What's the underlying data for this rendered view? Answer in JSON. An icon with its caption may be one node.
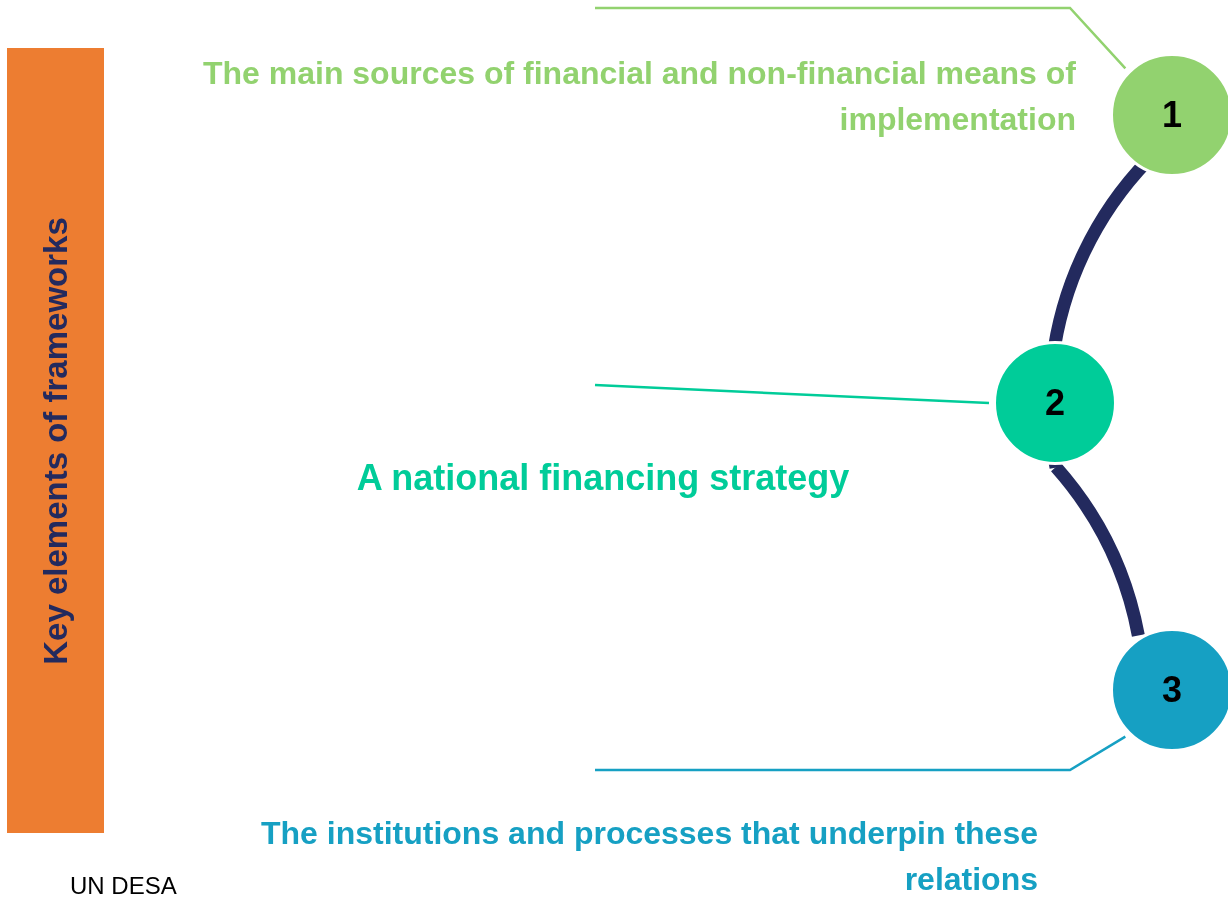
{
  "diagram": {
    "nodes": [
      {
        "text": [
          "Key elements of frameworks"
        ]
      },
      {
        "text": [
          "1"
        ]
      },
      {
        "text": [
          "2"
        ]
      },
      {
        "text": [
          "3"
        ]
      },
      {
        "text": [
          "The main sources of financial and non-financial means of implementation"
        ]
      },
      {
        "text": [
          "A national financing strategy"
        ]
      },
      {
        "text": [
          "The institutions and processes that underpin these relations"
        ]
      }
    ],
    "edges": [
      {
        "from": 1,
        "to": 2,
        "arrow": "none",
        "style": "thick"
      },
      {
        "from": 2,
        "to": 3,
        "arrow": "none",
        "style": "thick"
      },
      {
        "from": 1,
        "to": null,
        "arrow": "none",
        "color": "#92d26f"
      },
      {
        "from": 2,
        "to": null,
        "arrow": "none",
        "color": "#00cc99"
      },
      {
        "from": 3,
        "to": null,
        "arrow": "none",
        "color": "#16a0c3"
      }
    ],
    "labels": [
      "UN DESA"
    ]
  }
}
